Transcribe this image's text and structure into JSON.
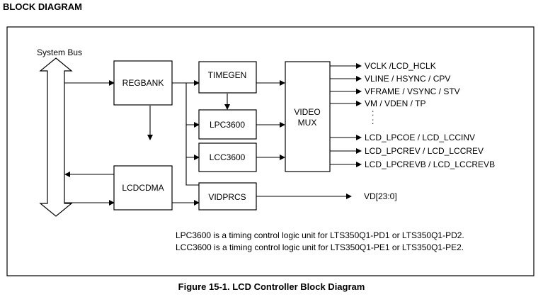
{
  "heading": "BLOCK DIAGRAM",
  "caption": "Figure 15-1. LCD Controller Block Diagram",
  "system_bus_label": "System Bus",
  "blocks": {
    "regbank": "REGBANK",
    "timegen": "TIMEGEN",
    "lpc3600": "LPC3600",
    "lcc3600": "LCC3600",
    "lcdcdma": "LCDCDMA",
    "vidprcs": "VIDPRCS",
    "video_mux_line1": "VIDEO",
    "video_mux_line2": "MUX"
  },
  "signals": [
    "VCLK /LCD_HCLK",
    "VLINE / HSYNC / CPV",
    "VFRAME / VSYNC / STV",
    "VM / VDEN / TP",
    "LCD_LPCOE / LCD_LCCINV",
    "LCD_LPCREV / LCD_LCCREV",
    "LCD_LPCREVB / LCD_LCCREVB"
  ],
  "ellipsis": ":",
  "vd_signal": "VD[23:0]",
  "notes": [
    "LPC3600 is a timing control logic unit for LTS350Q1-PD1 or LTS350Q1-PD2.",
    "LCC3600 is a timing control logic unit for LTS350Q1-PE1 or LTS350Q1-PE2."
  ]
}
